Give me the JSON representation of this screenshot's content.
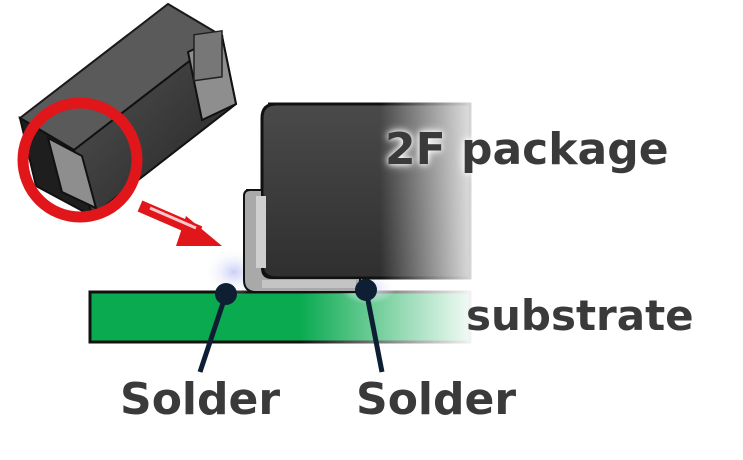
{
  "labels": {
    "package": "2F package",
    "substrate": "substrate",
    "solder_left": "Solder",
    "solder_right": "Solder"
  },
  "colors": {
    "package_body": "#3d3d3d",
    "terminal": "#a9a9a9",
    "substrate": "#0aaa50",
    "highlight_ring": "#e0161b",
    "solder_dot": "#0f1f33",
    "text": "#3a3a3a"
  },
  "icons": {
    "zoom_arrow": "arrow-right-down",
    "highlight": "circle-ring"
  }
}
